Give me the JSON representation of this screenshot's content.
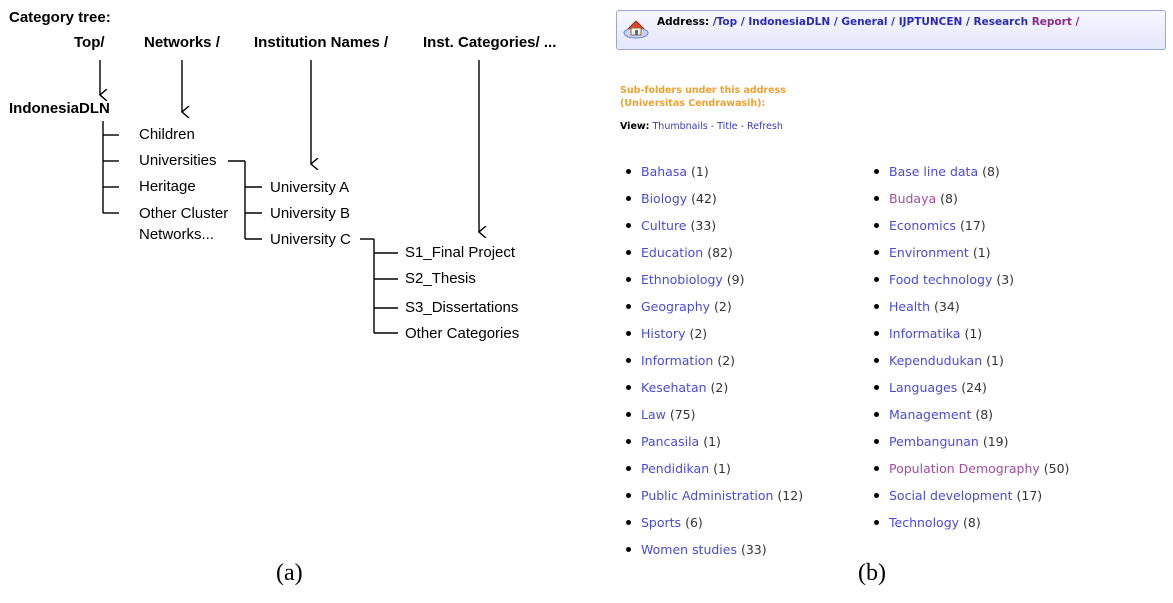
{
  "panel_a": {
    "heading": "Category tree:",
    "levels": [
      "Top/",
      "Networks /",
      "Institution Names /",
      "Inst. Categories/ ..."
    ],
    "root": "IndonesiaDLN",
    "networks": [
      "Children",
      "Universities",
      "Heritage",
      "Other Cluster",
      "Networks..."
    ],
    "institutions": [
      "University A",
      "University B",
      "University C"
    ],
    "inst_categories": [
      "S1_Final Project",
      "S2_Thesis",
      "S3_Dissertations",
      "Other Categories"
    ],
    "caption": "(a)"
  },
  "panel_b": {
    "address": {
      "label": "Address:",
      "path": [
        "/Top",
        "IndonesiaDLN",
        "General",
        "IJPTUNCEN",
        "Research",
        "Report /"
      ],
      "separator": " / "
    },
    "subfolders_title": [
      "Sub-folders under this address",
      "(Universitas Cendrawasih):"
    ],
    "view": {
      "label": "View:",
      "options": [
        "Thumbnails",
        "Title",
        "Refresh"
      ],
      "separator": " - "
    },
    "folders_col1": [
      {
        "name": "Bahasa",
        "count": "(1)"
      },
      {
        "name": "Biology",
        "count": "(42)"
      },
      {
        "name": "Culture",
        "count": "(33)"
      },
      {
        "name": "Education",
        "count": "(82)"
      },
      {
        "name": "Ethnobiology",
        "count": "(9)"
      },
      {
        "name": "Geography",
        "count": "(2)"
      },
      {
        "name": "History",
        "count": "(2)"
      },
      {
        "name": "Information",
        "count": "(2)"
      },
      {
        "name": "Kesehatan",
        "count": "(2)"
      },
      {
        "name": "Law",
        "count": "(75)"
      },
      {
        "name": "Pancasila",
        "count": "(1)"
      },
      {
        "name": "Pendidikan",
        "count": "(1)"
      },
      {
        "name": "Public Administration",
        "count": "(12)"
      },
      {
        "name": "Sports",
        "count": "(6)"
      },
      {
        "name": "Women studies",
        "count": "(33)"
      }
    ],
    "folders_col2": [
      {
        "name": "Base line data",
        "count": "(8)"
      },
      {
        "name": "Budaya",
        "count": "(8)"
      },
      {
        "name": "Economics",
        "count": "(17)"
      },
      {
        "name": "Environment",
        "count": "(1)"
      },
      {
        "name": "Food technology",
        "count": "(3)"
      },
      {
        "name": "Health",
        "count": "(34)"
      },
      {
        "name": "Informatika",
        "count": "(1)"
      },
      {
        "name": "Kependudukan",
        "count": "(1)"
      },
      {
        "name": "Languages",
        "count": "(24)"
      },
      {
        "name": "Management",
        "count": "(8)"
      },
      {
        "name": "Pembangunan",
        "count": "(19)"
      },
      {
        "name": "Population Demography",
        "count": "(50)"
      },
      {
        "name": "Social development",
        "count": "(17)"
      },
      {
        "name": "Technology",
        "count": "(8)"
      }
    ],
    "visited_links": [
      "Budaya",
      "Population Demography"
    ],
    "colors": {
      "link": "#4a4ad8",
      "visited": "#a54aa5",
      "subfolder_title": "#f0a030"
    },
    "caption": "(b)"
  }
}
